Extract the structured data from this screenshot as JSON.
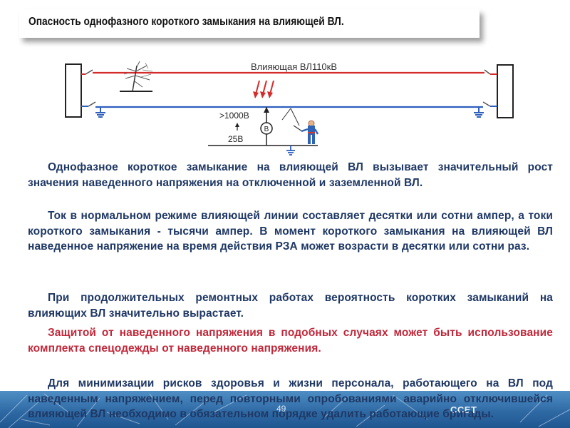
{
  "slide": {
    "title": "Опасность однофазного короткого замыкания на влияющей ВЛ.",
    "number": "49",
    "logo_text": "ССЕТ"
  },
  "diagram": {
    "line_label": "Влияющая ВЛ110кВ",
    "voltage_high": ">1000В",
    "voltage_low": "25В",
    "meter_letter": "В"
  },
  "paragraphs": [
    "Однофазное короткое замыкание на влияющей ВЛ вызывает значительный рост значения наведенного напряжения на отключенной и заземленной ВЛ.",
    "Ток в нормальном режиме влияющей линии составляет десятки или сотни ампер, а токи короткого замыкания  - тысячи ампер. В момент короткого замыкания на влияющей ВЛ наведенное напряжение на время действия РЗА может возрасти в десятки или сотни раз.",
    "При продолжительных ремонтных работах вероятность коротких замыканий на влияющих ВЛ значительно вырастает.",
    "Защитой от наведенного напряжения в подобных случаях может быть использование комплекта спецодежды от наведенного напряжения.",
    "Для минимизации рисков здоровья и жизни персонала, работающего на ВЛ под наведенным напряжением, перед повторными опробованиями аварийно отключившейся влияющей ВЛ необходимо в обязательном порядке удалить работающие бригады."
  ],
  "colors": {
    "text_primary": "#1f3864",
    "text_emphasis": "#c0283a",
    "line_influencing": "#d42b2b",
    "line_disconnected": "#2e5fbe",
    "band": "#2f6aa5"
  }
}
